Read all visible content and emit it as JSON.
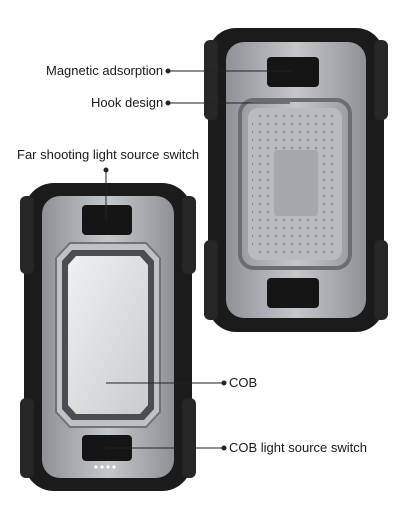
{
  "callouts": {
    "magnetic": "Magnetic adsorption",
    "hook": "Hook design",
    "far_switch": "Far shooting light source switch",
    "cob": "COB",
    "cob_switch": "COB light source switch"
  },
  "colors": {
    "rubber": "#1b1b1b",
    "rubber_edge": "#2c2c2c",
    "body_silver": "#a9adb2",
    "body_dark": "#7d8186",
    "panel_light": "#cfd2d5",
    "lens": "#dcdfe1",
    "button": "#151515",
    "line": "#222222"
  },
  "indicator_dot_count": 4
}
